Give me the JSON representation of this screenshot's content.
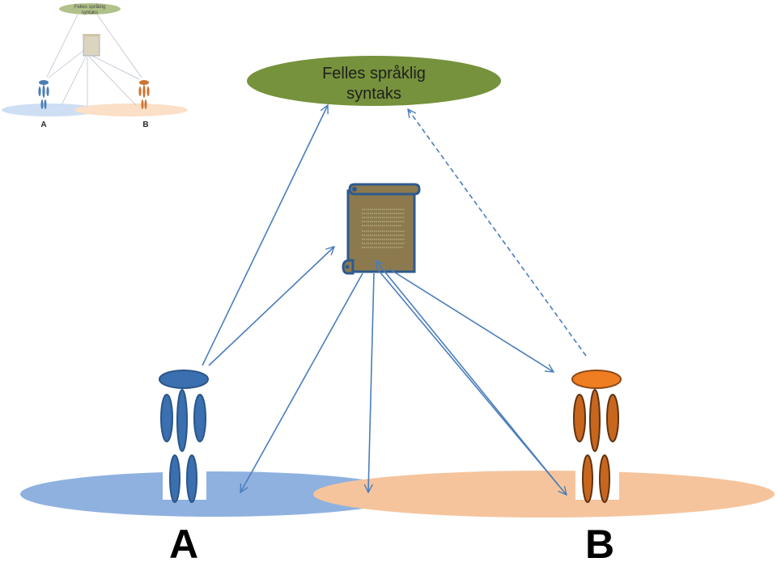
{
  "diagram": {
    "top_node": {
      "line1": "Felles språklig",
      "line2": "syntaks"
    },
    "persons": [
      {
        "label": "A",
        "color": "#3a6fb0",
        "shade": "#2b5587",
        "ground": "#8fb1e0"
      },
      {
        "label": "B",
        "color": "#c8661e",
        "shade": "#8e4a16",
        "ground": "#f6c49c"
      }
    ],
    "colors": {
      "ellipse_fill": "#76923c",
      "arrow": "#4a7ebb",
      "scroll_fill": "#8c7a4e",
      "scroll_stroke": "#2e5a8f"
    },
    "icons": [
      "document-scroll-icon",
      "person-icon"
    ]
  },
  "thumbnail": {
    "top_node": {
      "line1": "Felles språklig",
      "line2": "syntaks"
    },
    "labels": [
      "A",
      "B"
    ]
  }
}
